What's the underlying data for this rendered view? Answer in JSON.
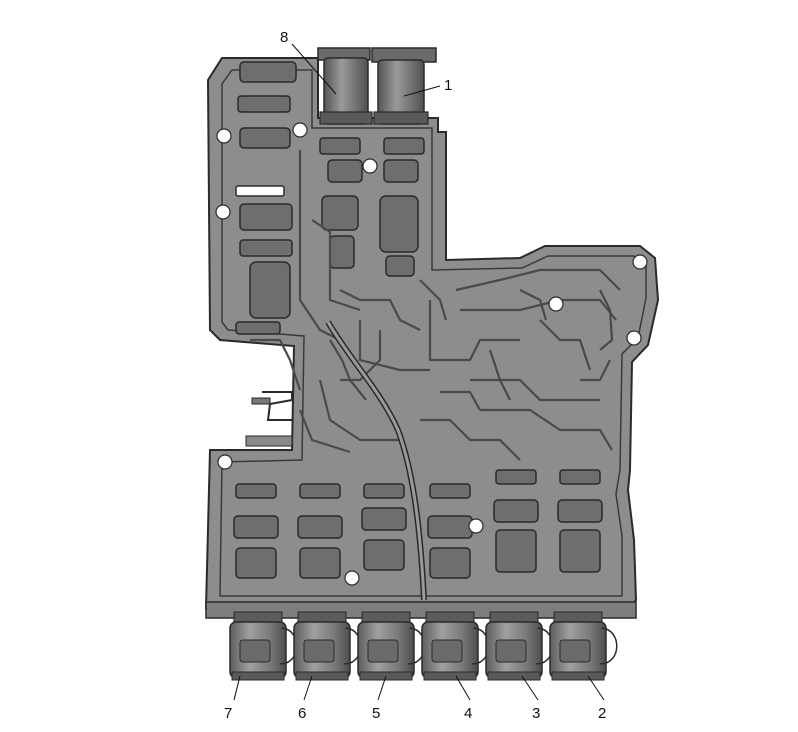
{
  "colors": {
    "body": "#8d8d8d",
    "body_dark": "#6f6f6f",
    "body_light": "#a4a4a4",
    "outline": "#2a2a2a",
    "channel": "#5a5a5a",
    "hole": "#ffffff",
    "solenoid": "#7a7a7a",
    "label": "#111111"
  },
  "icons": [
    "solenoid-icon",
    "bolt-hole-icon"
  ],
  "callouts": [
    {
      "id": "1",
      "text": "1"
    },
    {
      "id": "2",
      "text": "2"
    },
    {
      "id": "3",
      "text": "3"
    },
    {
      "id": "4",
      "text": "4"
    },
    {
      "id": "5",
      "text": "5"
    },
    {
      "id": "6",
      "text": "6"
    },
    {
      "id": "7",
      "text": "7"
    },
    {
      "id": "8",
      "text": "8"
    }
  ]
}
